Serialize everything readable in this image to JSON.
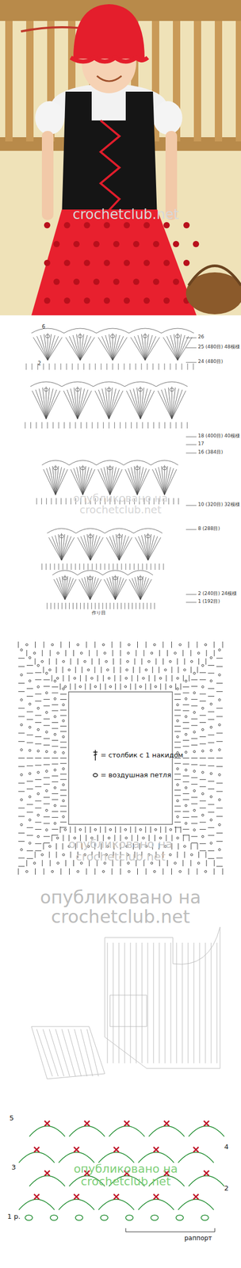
{
  "diagram": {
    "labels": [
      "crochetclub.net",
      "6",
      "2",
      "26",
      "25 (480目) 48模様",
      "24 (480目)",
      "18 (400目) 40模様",
      "17",
      "16 (384目)",
      "10 (320目) 32模様",
      "8 (288目)",
      "2 (240目) 24模様",
      "1 (192目)",
      "作り目",
      "опубликовано на crochetclub.net",
      "опубликовано на crochetclub.net",
      "опубликовано на crochetclub.net",
      "5",
      "4",
      "3",
      "2",
      "1 р.",
      "раппорт",
      "опубликовано на crochetclub.net"
    ],
    "legend": [
      {
        "text": "= столбик с 1 накидом"
      },
      {
        "text": "= воздушная петля"
      }
    ]
  }
}
